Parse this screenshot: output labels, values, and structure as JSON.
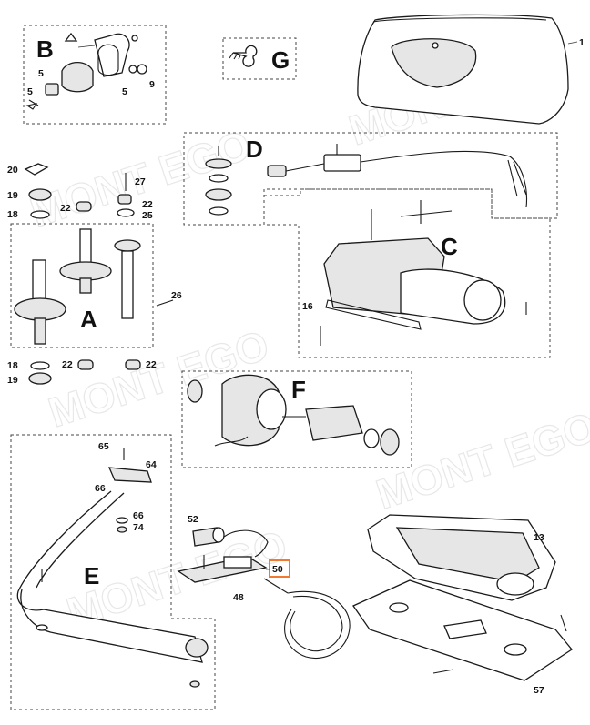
{
  "groups": {
    "A": "A",
    "B": "B",
    "C": "C",
    "D": "D",
    "E": "E",
    "F": "F",
    "G": "G"
  },
  "parts": {
    "p1": "1",
    "p5a": "5",
    "p5b": "5",
    "p5c": "5",
    "p9": "9",
    "p13": "13",
    "p16": "16",
    "p18a": "18",
    "p18b": "18",
    "p19a": "19",
    "p19b": "19",
    "p20": "20",
    "p22a": "22",
    "p22b": "22",
    "p22c": "22",
    "p22d": "22",
    "p25": "25",
    "p26": "26",
    "p27": "27",
    "p48": "48",
    "p50": "50",
    "p52": "52",
    "p57": "57",
    "p64": "64",
    "p65": "65",
    "p66a": "66",
    "p66b": "66",
    "p74": "74"
  },
  "highlight": {
    "part": "50",
    "color": "#f07a32"
  },
  "watermark": {
    "text": "MONT EGO"
  },
  "colors": {
    "ink": "#1a1a1a",
    "background": "#ffffff",
    "highlight": "#f07a32"
  }
}
